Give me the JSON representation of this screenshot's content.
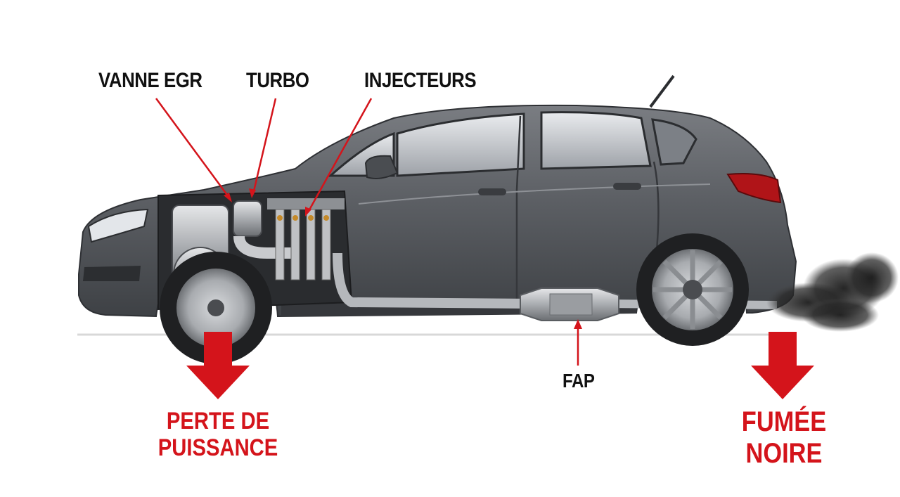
{
  "callouts": {
    "egr": "VANNE EGR",
    "turbo": "TURBO",
    "injectors": "INJECTEURS",
    "dpf": "FAP"
  },
  "effects": {
    "power_loss": {
      "line1": "PERTE DE",
      "line2": "PUISSANCE"
    },
    "black_smoke": {
      "line1": "FUMÉE",
      "line2": "NOIRE"
    }
  },
  "colors": {
    "accent_red": "#d4141b",
    "body_paint": "#5a5d62",
    "text_dark": "#111111",
    "background": "#ffffff"
  },
  "icons": [
    "down-arrow-icon",
    "pointer-line-icon",
    "smoke-cloud-icon"
  ]
}
